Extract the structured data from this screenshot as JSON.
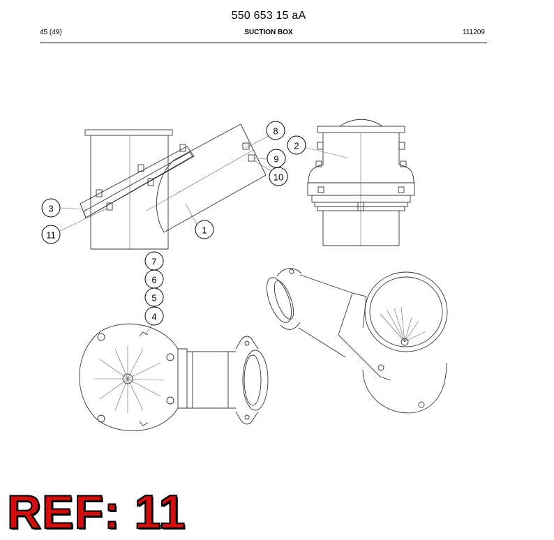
{
  "header": {
    "doc_number": "550 653 15 aA",
    "page_count": "45 (49)",
    "section_title": "SUCTION BOX",
    "date_code": "111209"
  },
  "callouts": {
    "c1": "1",
    "c2": "2",
    "c3": "3",
    "c4": "4",
    "c5": "5",
    "c6": "6",
    "c7": "7",
    "c8": "8",
    "c9": "9",
    "c10": "10",
    "c11": "11"
  },
  "reference_label": "REF: 11",
  "colors": {
    "reference_label": "#d40d0d",
    "line_art": "#333333"
  }
}
